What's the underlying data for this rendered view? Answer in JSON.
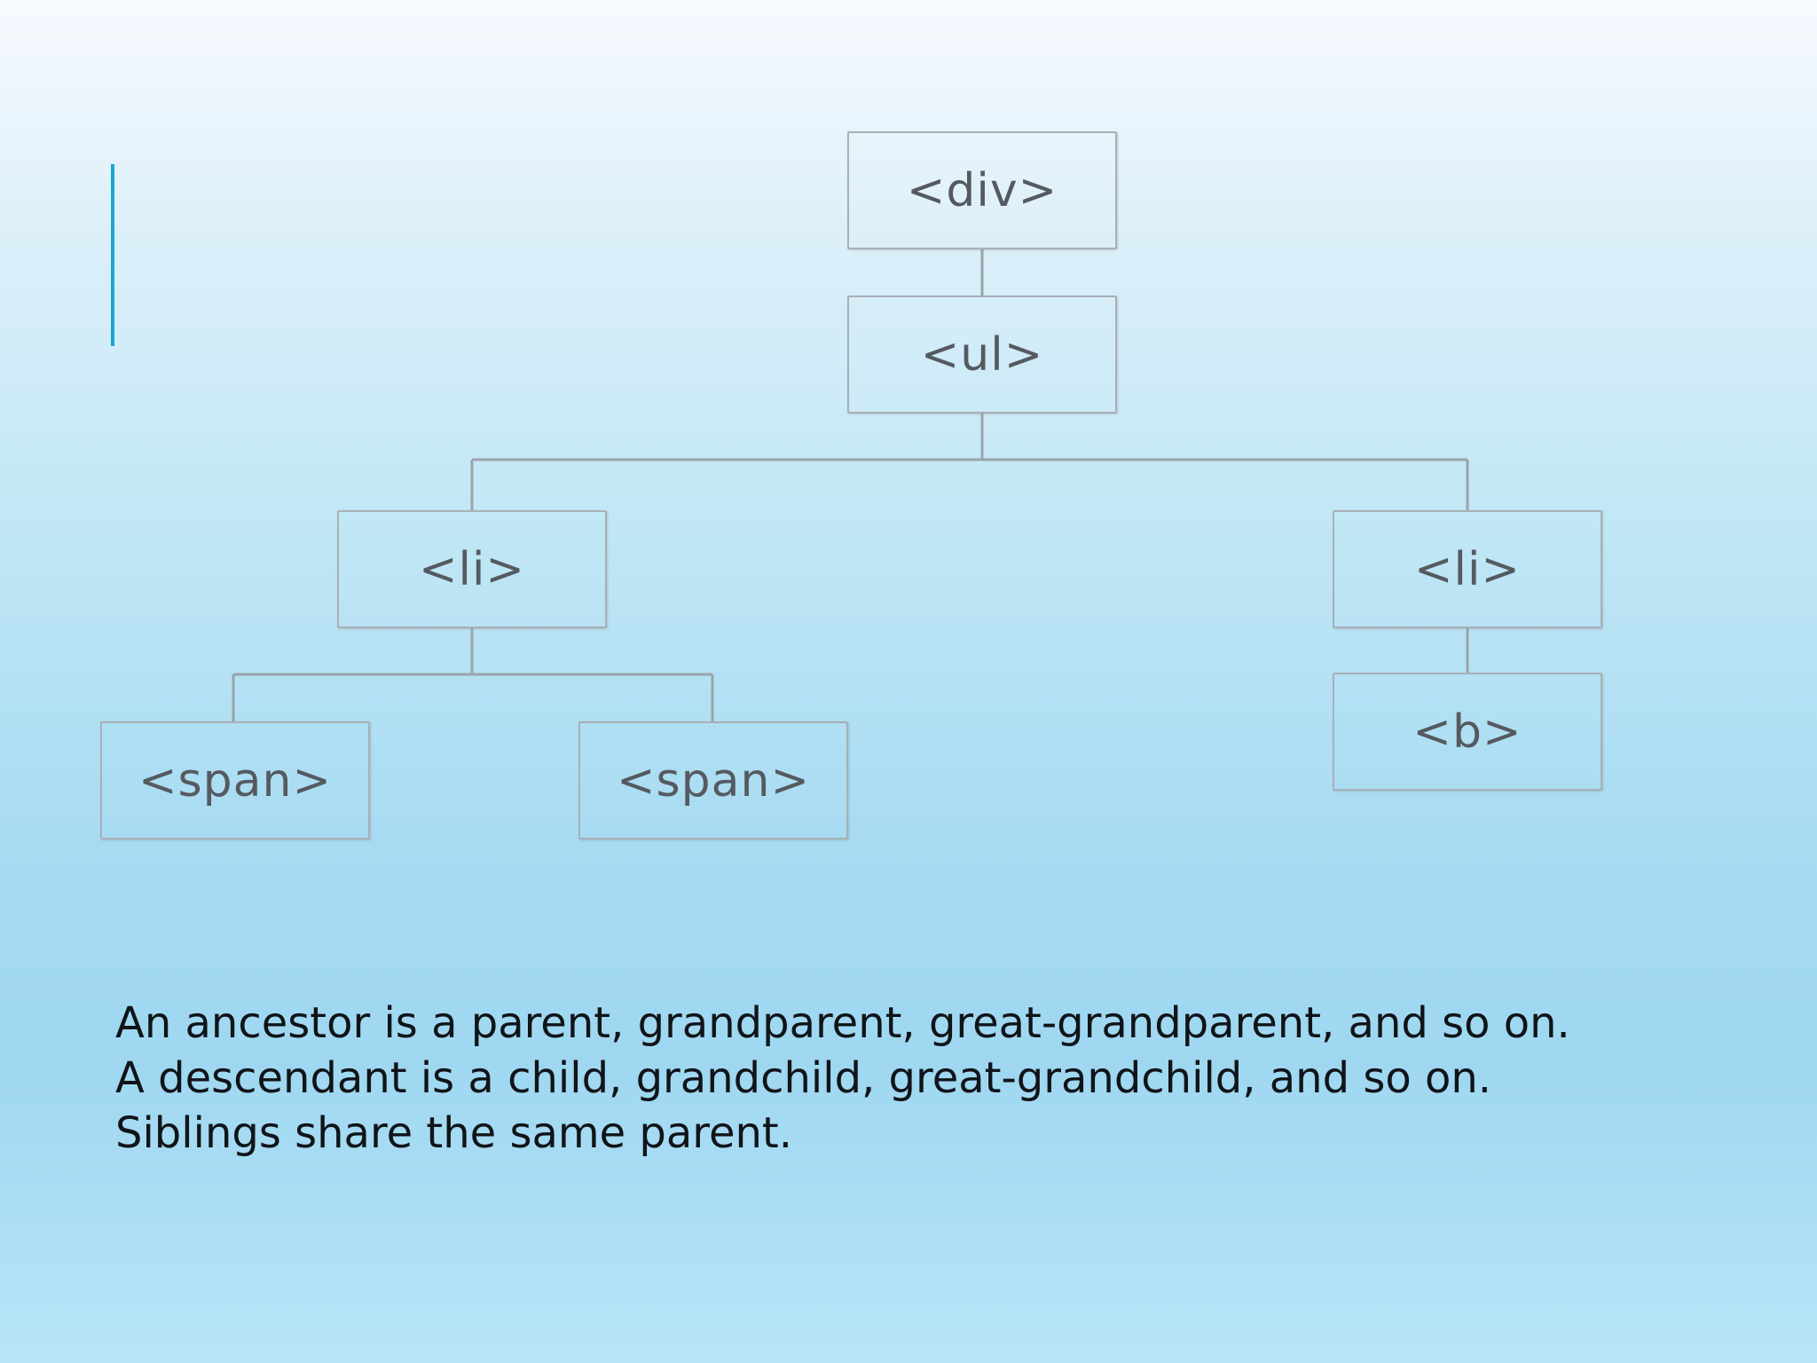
{
  "diagram": {
    "nodes": {
      "div": "<div>",
      "ul": "<ul>",
      "li_left": "<li>",
      "li_right": "<li>",
      "span_1": "<span>",
      "span_2": "<span>",
      "b": "<b>"
    }
  },
  "caption": {
    "line_1": "An ancestor is a parent, grandparent, great-grandparent, and so on.",
    "line_2": "A descendant is a child, grandchild, great-grandchild, and so on.",
    "line_3": "Siblings share the same parent."
  },
  "colors": {
    "accent": "#1aa7d4",
    "node_border": "#a8b0b6",
    "node_text": "#555a60",
    "caption_text": "#101418"
  }
}
